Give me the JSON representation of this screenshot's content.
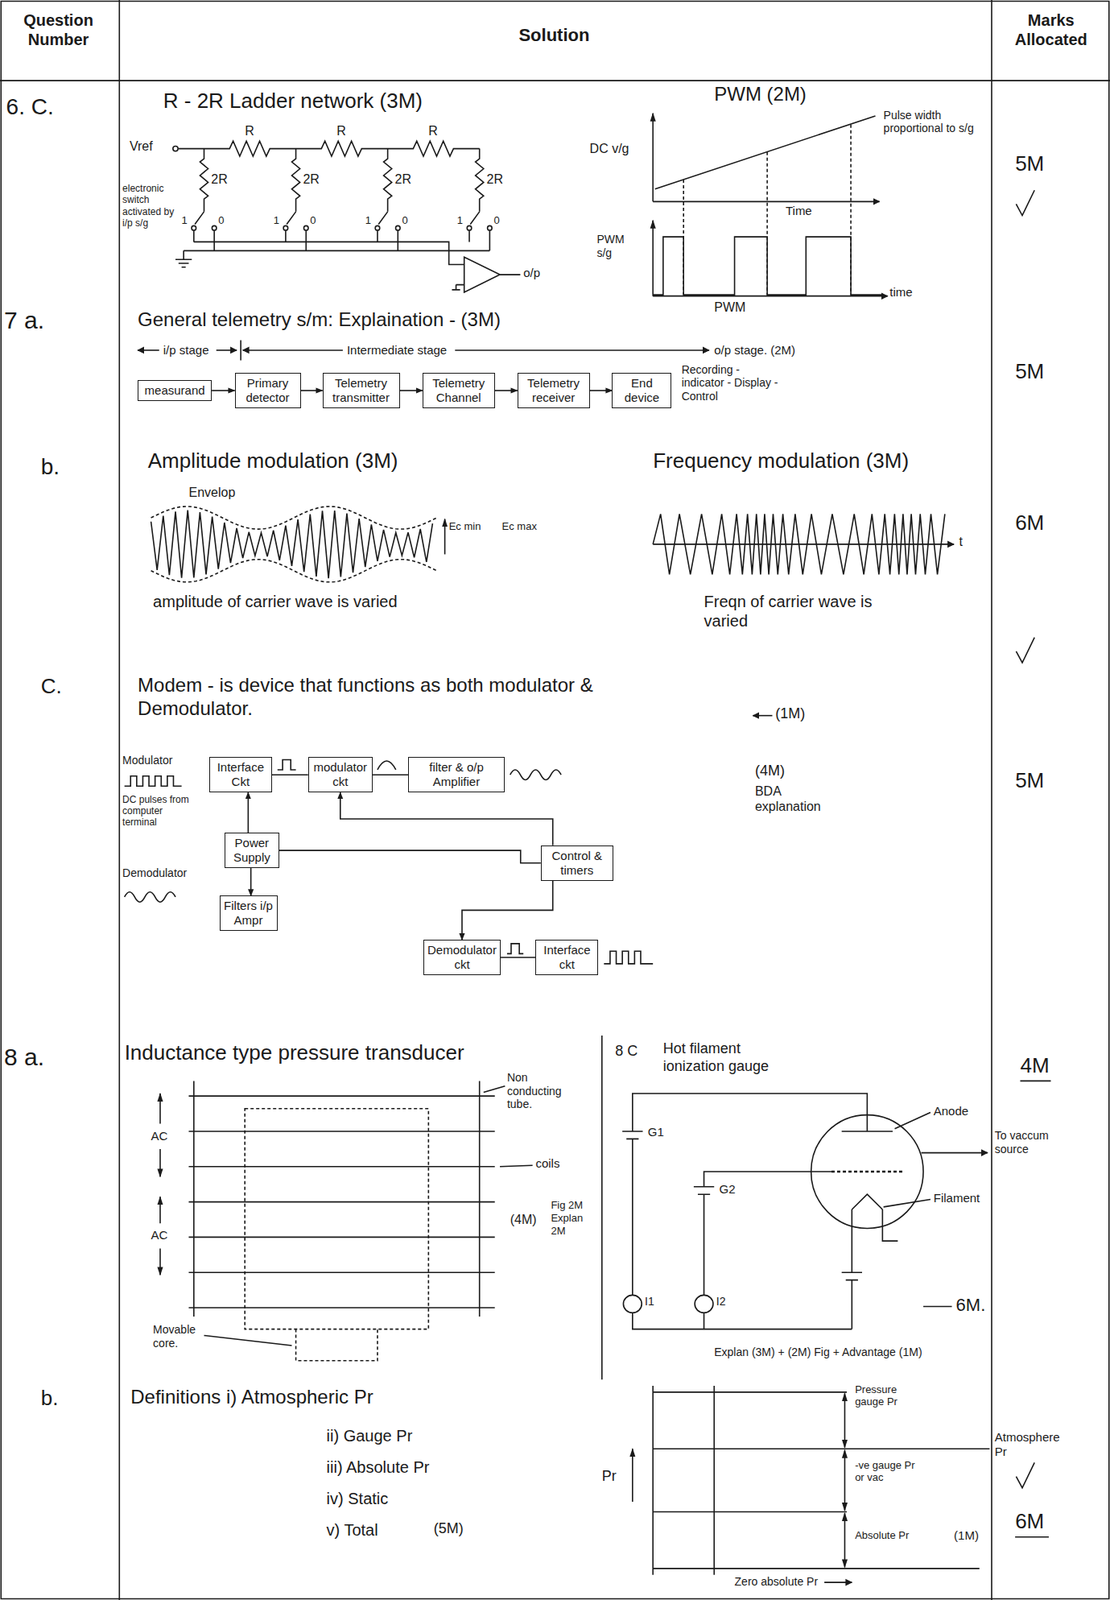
{
  "diagram": {
    "nodes": [
      {
        "text": [
          "measurand"
        ]
      },
      {
        "text": [
          "Primary detector"
        ]
      },
      {
        "text": [
          "Telemetry transmitter"
        ]
      },
      {
        "text": [
          "Telemetry Channel"
        ]
      },
      {
        "text": [
          "Telemetry receiver"
        ]
      },
      {
        "text": [
          "End device"
        ]
      },
      {
        "text": [
          "Interface Ckt"
        ]
      },
      {
        "text": [
          "modulator ckt"
        ]
      },
      {
        "text": [
          "filter & o/p Amplifier"
        ]
      },
      {
        "text": [
          "Power Supply"
        ]
      },
      {
        "text": [
          "Control & timers"
        ]
      },
      {
        "text": [
          "Filters i/p Ampr"
        ]
      },
      {
        "text": [
          "Demodulator ckt"
        ]
      },
      {
        "text": [
          "Interface ckt"
        ]
      }
    ],
    "edges": [
      {
        "from": 0,
        "to": 1,
        "arrow": "to"
      },
      {
        "from": 1,
        "to": 2,
        "arrow": "to"
      },
      {
        "from": 2,
        "to": 3,
        "arrow": "to"
      },
      {
        "from": 3,
        "to": 4,
        "arrow": "to"
      },
      {
        "from": 4,
        "to": 5,
        "arrow": "to"
      },
      {
        "from": 6,
        "to": 7,
        "arrow": "none"
      },
      {
        "from": 7,
        "to": 8,
        "arrow": "none"
      },
      {
        "from": 9,
        "to": 6,
        "arrow": "to"
      },
      {
        "from": 9,
        "to": 10,
        "arrow": "none"
      },
      {
        "from": 9,
        "to": 11,
        "arrow": "to"
      },
      {
        "from": 10,
        "to": 7,
        "arrow": "to"
      },
      {
        "from": 10,
        "to": 12,
        "arrow": "to"
      },
      {
        "from": 13,
        "to": 12,
        "arrow": "none"
      }
    ],
    "labels": [
      "Question Number",
      "Solution",
      "Marks Allocated",
      "6. C.",
      "R - 2R Ladder network (3M)",
      "PWM (2M)",
      "Vref",
      "R",
      "R",
      "R",
      "2R",
      "2R",
      "2R",
      "2R",
      "electronic switch activated by i/p s/g",
      "1",
      "0",
      "1",
      "0",
      "1",
      "0",
      "1",
      "0",
      "o/p",
      "DC v/g",
      "Pulse width proportional to s/g",
      "Time",
      "PWM s/g",
      "PWM",
      "time",
      "5M",
      "7 a.",
      "General telemetry s/m: Explaination - (3M)",
      "i/p stage",
      "Intermediate stage",
      "o/p stage. (2M)",
      "Recording - indicator - Display - Control",
      "5M",
      "b.",
      "Amplitude modulation (3M)",
      "Envelop",
      "Ec min",
      "Ec max",
      "amplitude of carrier wave is varied",
      "Frequency modulation (3M)",
      "t",
      "Freqn of carrier wave is varied",
      "6M",
      "C.",
      "Modem - is device that functions as both modulator & Demodulator.",
      "(1M)",
      "Modulator",
      "DC pulses from computer terminal",
      "(4M)",
      "BDA explanation",
      "Demodulator",
      "5M",
      "8 a.",
      "Inductance type pressure transducer",
      "Non conducting tube.",
      "coils",
      "(4M)",
      "Fig 2M Explan 2M",
      "AC",
      "AC",
      "Movable core.",
      "8 C",
      "Hot filament ionization gauge",
      "4M",
      "Anode",
      "To vaccum source",
      "Filament",
      "G1",
      "G2",
      "I1",
      "I2",
      "6M.",
      "Explan (3M) + (2M) Fig + Advantage (1M)",
      "b.",
      "Definitions i) Atmospheric Pr",
      "ii) Gauge Pr",
      "iii) Absolute Pr",
      "iv) Static",
      "v) Total",
      "(5M)",
      "Pressure gauge Pr",
      "Atmosphere Pr",
      "-ve gauge Pr or vac",
      "Absolute Pr",
      "(1M)",
      "Pr",
      "Zero absolute Pr",
      "6M"
    ]
  }
}
